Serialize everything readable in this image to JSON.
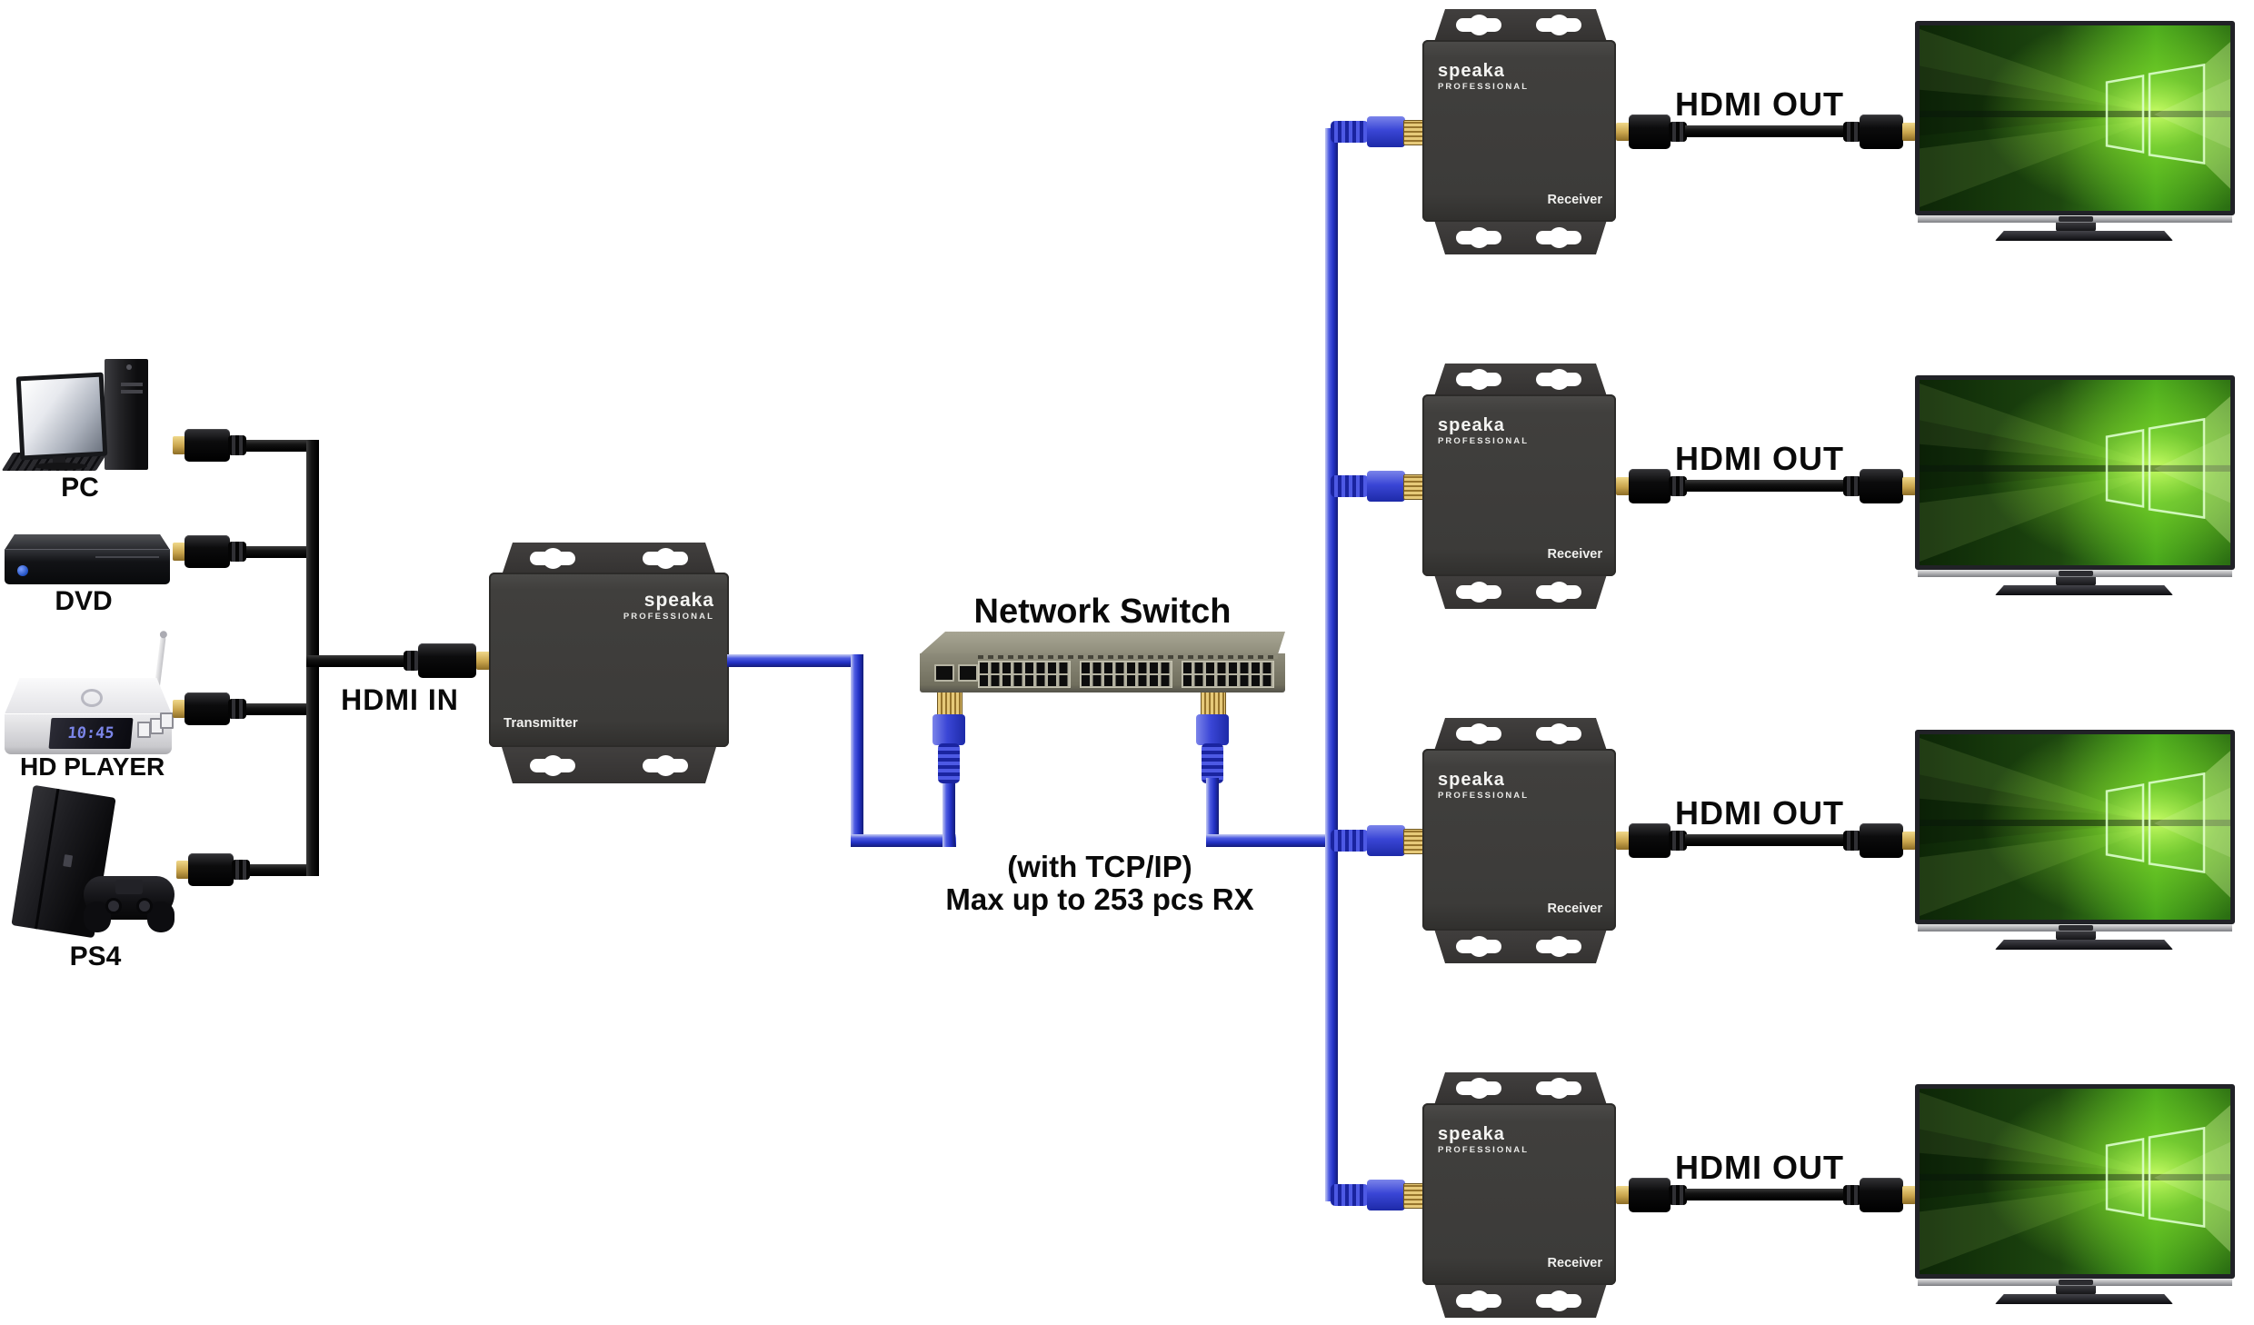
{
  "sources": {
    "pc": {
      "label": "PC"
    },
    "dvd": {
      "label": "DVD"
    },
    "hd_player": {
      "label": "HD PLAYER",
      "display": "10:45"
    },
    "ps4": {
      "label": "PS4"
    }
  },
  "transmitter": {
    "brand": "speaka",
    "brand_sub": "PROFESSIONAL",
    "label": "Transmitter"
  },
  "receiver": {
    "brand": "speaka",
    "brand_sub": "PROFESSIONAL",
    "label": "Receiver"
  },
  "network_switch": {
    "label": "Network Switch",
    "note_line1": "(with TCP/IP)",
    "note_line2": "Max up to 253 pcs RX"
  },
  "connections": {
    "hdmi_in": "HDMI IN",
    "hdmi_out": "HDMI OUT"
  },
  "receiver_count": 4,
  "colors": {
    "background": "#ffffff",
    "cable_blue": "#2231c4",
    "cable_black": "#111111",
    "unit_gray": "#3d3c3a",
    "switch_olive": "#8d8b7a",
    "screen_green": "#59c81e",
    "connector_gold": "#c8a44c"
  },
  "icons": {
    "blu_ray_logo": "blue-disc-circle",
    "playstation_logo": "ps-emblem",
    "media_player_logo": "ring-badge",
    "wifi_antenna": "white-rod",
    "tv_brand_badge": "dark-strip-badge",
    "mounting_slot": "keyhole-bone",
    "hdmi_plug": "gold-tip-black-plug",
    "rj45_plug": "gold-tip-blue-plug"
  }
}
